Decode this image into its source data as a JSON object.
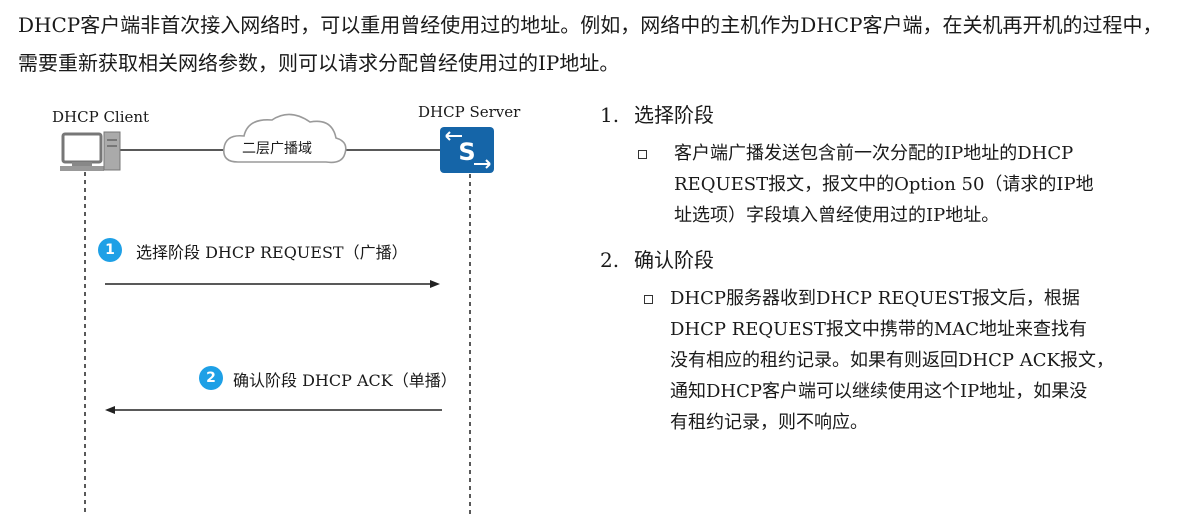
{
  "intro": {
    "text": "DHCP客户端非首次接入网络时，可以重用曾经使用过的地址。例如，网络中的主机作为DHCP客户端，在关机再开机的过程中，需要重新获取相关网络参数，则可以请求分配曾经使用过的IP地址。"
  },
  "diagram": {
    "client_label": "DHCP Client",
    "server_label": "DHCP Server",
    "cloud_label": "二层广播域",
    "server_icon_letter": "S",
    "messages": [
      {
        "step": "1",
        "text": "选择阶段 DHCP REQUEST（广播）"
      },
      {
        "step": "2",
        "text": "确认阶段 DHCP ACK（单播）"
      }
    ],
    "colors": {
      "badge": "#1ea0e6",
      "server": "#1565a8"
    }
  },
  "phases": [
    {
      "number": "1.",
      "title": "选择阶段",
      "lines": [
        "客户端广播发送包含前一次分配的IP地址的DHCP",
        "REQUEST报文，报文中的Option 50（请求的IP地",
        "址选项）字段填入曾经使用过的IP地址。"
      ]
    },
    {
      "number": "2.",
      "title": "确认阶段",
      "lines": [
        "DHCP服务器收到DHCP REQUEST报文后，根据",
        "DHCP REQUEST报文中携带的MAC地址来查找有",
        "没有相应的租约记录。如果有则返回DHCP ACK报文，",
        "通知DHCP客户端可以继续使用这个IP地址，如果没",
        "有租约记录，则不响应。"
      ]
    }
  ]
}
